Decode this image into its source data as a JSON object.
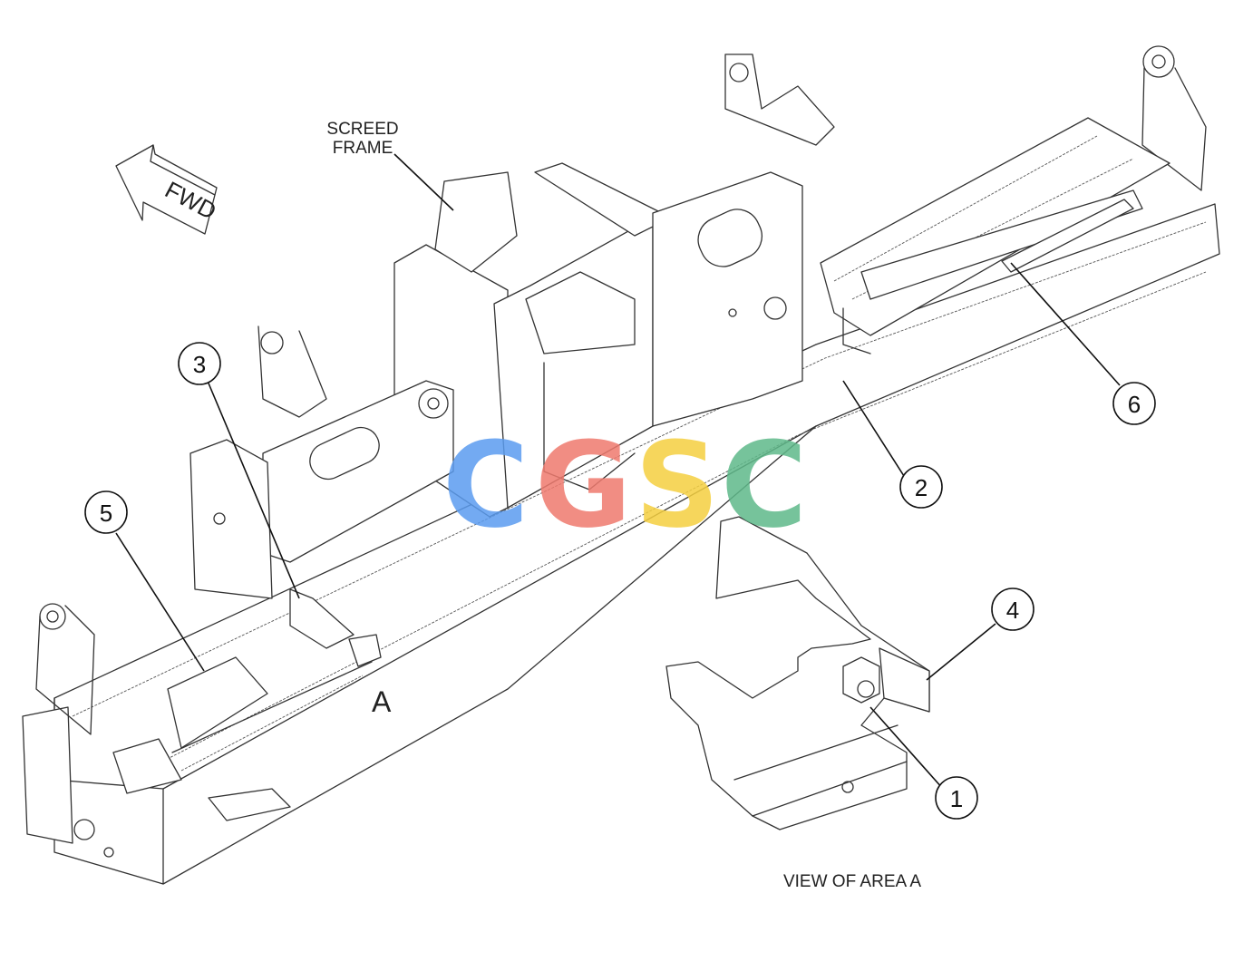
{
  "labels": {
    "screed_frame_line1": "SCREED",
    "screed_frame_line2": "FRAME",
    "fwd": "FWD",
    "area_marker": "A",
    "view_caption": "VIEW OF AREA A"
  },
  "callouts": [
    "1",
    "2",
    "3",
    "4",
    "5",
    "6"
  ],
  "watermark": {
    "letters": [
      "C",
      "G",
      "S",
      "C"
    ],
    "colors": [
      "#5b9cf0",
      "#ef7a6e",
      "#f5d040",
      "#5fb98a"
    ]
  }
}
